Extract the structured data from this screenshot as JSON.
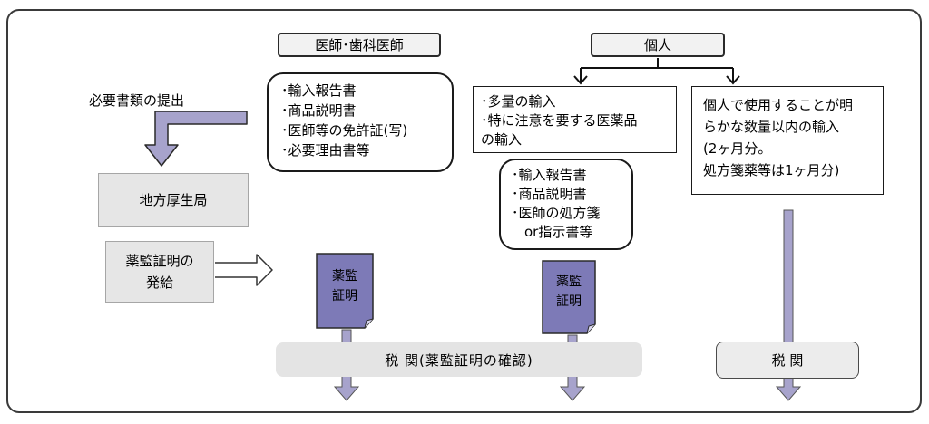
{
  "headers": {
    "doctors": "医師･歯科医師",
    "individual": "個人"
  },
  "submit_label": "必要書類の提出",
  "bureau": "地方厚生局",
  "issuance": [
    "薬監証明の",
    "発給"
  ],
  "doctor_docs": [
    "･輸入報告書",
    "･商品説明書",
    "･医師等の免許証(写)",
    "･必要理由書等"
  ],
  "bulk_import": [
    "･多量の輸入",
    "･特に注意を要する医薬品",
    "の輸入"
  ],
  "bulk_docs": [
    "･輸入報告書",
    "･商品説明書",
    "･医師の処方箋",
    "or指示書等"
  ],
  "personal_use": [
    "個人で使用することが明",
    "らかな数量以内の輸入",
    "(2ヶ月分。",
    "処方箋薬等は1ヶ月分)"
  ],
  "certificate": [
    "薬監",
    "証明"
  ],
  "customs_check": "税 関(薬監証明の確認)",
  "customs": "税 関"
}
